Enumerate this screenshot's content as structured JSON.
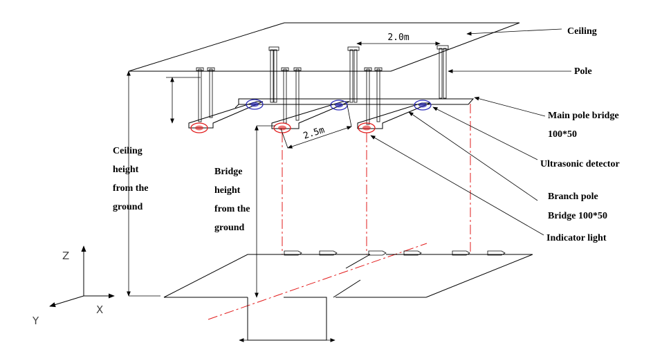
{
  "labels": {
    "ceiling": "Ceiling",
    "pole": "Pole",
    "main_bridge_1": "Main pole bridge",
    "main_bridge_2": "100*50",
    "ultrasonic": "Ultrasonic detector",
    "branch_1": "Branch pole",
    "branch_2": "Bridge 100*50",
    "indicator": "Indicator light",
    "ceiling_height": [
      "Ceiling",
      "height",
      "from the",
      "ground"
    ],
    "bridge_height": [
      "Bridge",
      "height",
      "from the",
      "ground"
    ]
  },
  "dimensions": {
    "pole_spacing": "2.0m",
    "branch_length": "2.5m"
  },
  "axes": {
    "z": "Z",
    "x": "X",
    "y": "Y"
  },
  "colors": {
    "indicator_light": "#e21b1b",
    "ultrasonic_detector": "#2b2bb8",
    "centerline": "#e21b1b"
  }
}
